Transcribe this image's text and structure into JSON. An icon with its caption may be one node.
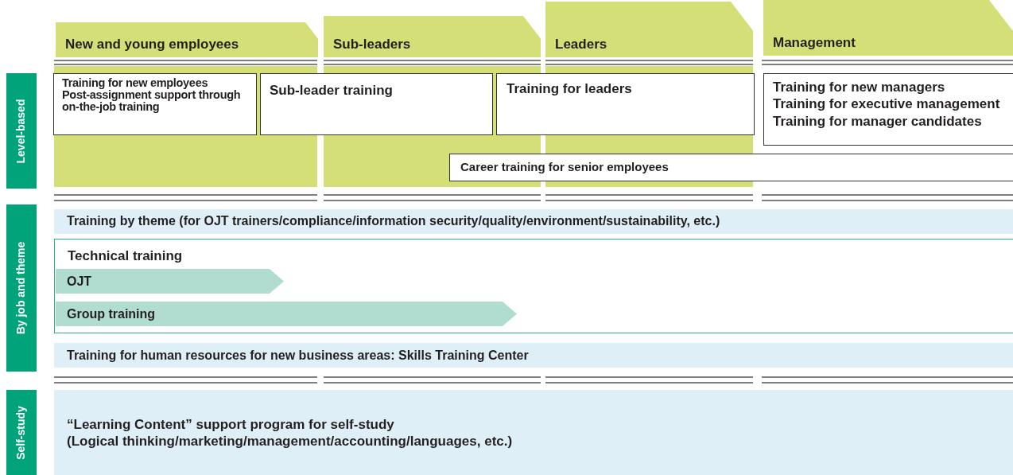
{
  "diagram": {
    "nodes": [
      {
        "text": [
          "New and young employees"
        ]
      },
      {
        "text": [
          "Sub-leaders"
        ]
      },
      {
        "text": [
          "Leaders"
        ]
      },
      {
        "text": [
          "Management"
        ]
      },
      {
        "text": [
          "Level-based"
        ]
      },
      {
        "text": [
          "Training for new employees",
          "Post-assignment support through on-the-job training"
        ]
      },
      {
        "text": [
          "Sub-leader training"
        ]
      },
      {
        "text": [
          "Training for leaders"
        ]
      },
      {
        "text": [
          "Training for new managers",
          "Training for executive management",
          "Training for manager candidates"
        ]
      },
      {
        "text": [
          "Career training for senior employees"
        ]
      },
      {
        "text": [
          "By job and theme"
        ]
      },
      {
        "text": [
          "Training by theme (for OJT trainers/compliance/information security/quality/environment/sustainability, etc.)"
        ]
      },
      {
        "text": [
          "Technical training"
        ]
      },
      {
        "text": [
          "OJT"
        ],
        "in": 12
      },
      {
        "text": [
          "Group training"
        ],
        "in": 12
      },
      {
        "text": [
          "Training for human resources for new business areas: Skills Training Center"
        ]
      },
      {
        "text": [
          "Self-study"
        ]
      },
      {
        "text": [
          "“Learning Content” support program for self-study",
          "(Logical thinking/marketing/management/accounting/languages, etc.)"
        ]
      }
    ],
    "edges": []
  }
}
